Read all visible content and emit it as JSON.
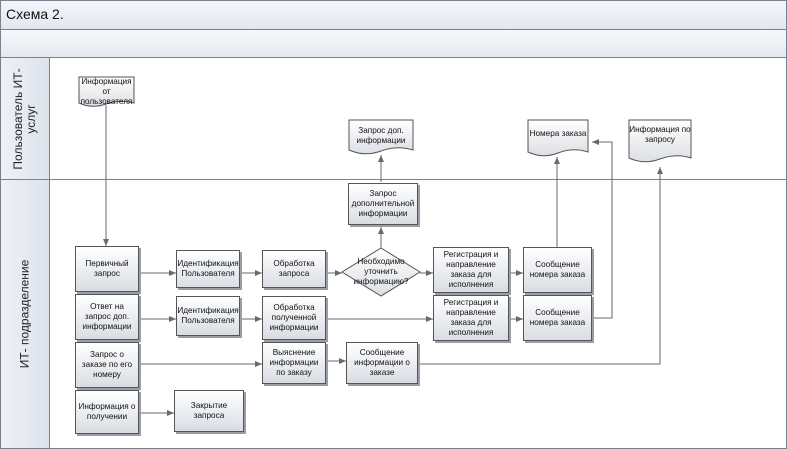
{
  "title": "Схема 2.",
  "lanes": {
    "user": "Пользователь ИТ-услуг",
    "it": "ИТ- подразделение"
  },
  "nodes": {
    "user_info": "Информация от пользователя",
    "request_more_info_doc": "Запрос доп. информации",
    "order_numbers_doc": "Номера заказа",
    "info_on_request_doc": "Информация по запросу",
    "primary_request": "Первичный запрос",
    "identify_user_1": "Идентификация Пользователя",
    "process_request": "Обработка запроса",
    "need_clarify": "Необходимо уточнить информацию?",
    "request_additional_info": "Запрос дополнительной информации",
    "register_route_1": "Регистрация и направление заказа для исполнения",
    "notify_order_number_1": "Сообщение номера заказа",
    "reply_more_info": "Ответ на запрос доп. информации",
    "identify_user_2": "Идентификация Пользователя",
    "process_received_info": "Обработка полученной информации",
    "register_route_2": "Регистрация и направление заказа для исполнения",
    "notify_order_number_2": "Сообщение номера заказа",
    "order_request_by_number": "Запрос о заказе по его номеру",
    "clarify_order_info": "Выяснение информации по заказу",
    "notify_order_info": "Сообщение информации о заказе",
    "receipt_info": "Информация о получении",
    "close_request": "Закрытие запроса"
  },
  "colors": {
    "stroke": "#555555",
    "connector": "#6a6a6a",
    "lane_border": "#7a8290"
  }
}
